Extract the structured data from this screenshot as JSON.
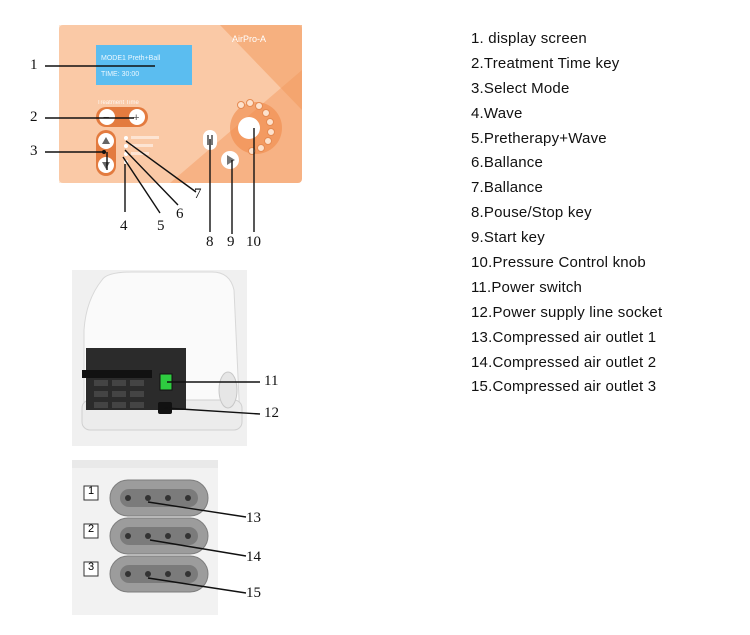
{
  "panel": {
    "brand": "AirPro-A",
    "screen_line1": "MODE1  Preth+Ball",
    "screen_line2": "TIME:   30:00",
    "treatment_time_label": "Treatment Time",
    "minus_symbol": "−",
    "plus_symbol": "+"
  },
  "legend_items": [
    "1. display screen",
    "2.Treatment Time key",
    "3.Select Mode",
    "4.Wave",
    "5.Pretherapy+Wave",
    "6.Ballance",
    "7.Ballance",
    "8.Pouse/Stop key",
    "9.Start key",
    "10.Pressure Control knob",
    "11.Power switch",
    "12.Power supply line socket",
    "13.Compressed air outlet 1",
    "14.Compressed air outlet 2",
    "15.Compressed air outlet 3"
  ],
  "callouts": {
    "c1": "1",
    "c2": "2",
    "c3": "3",
    "c4": "4",
    "c5": "5",
    "c6": "6",
    "c7": "7",
    "c8": "8",
    "c9": "9",
    "c10": "10",
    "c11": "11",
    "c12": "12",
    "c13": "13",
    "c14": "14",
    "c15": "15"
  },
  "outlet_box_labels": [
    "1",
    "2",
    "3"
  ],
  "colors": {
    "panel_orange": "#f5a571",
    "panel_light": "#fbd7b8",
    "screen_blue": "#4fc3f7",
    "device_white": "#f4f4f4",
    "device_dark": "#2a2a2a",
    "power_switch_green": "#2ecc40",
    "outlet_gray": "#9a9a9a"
  }
}
